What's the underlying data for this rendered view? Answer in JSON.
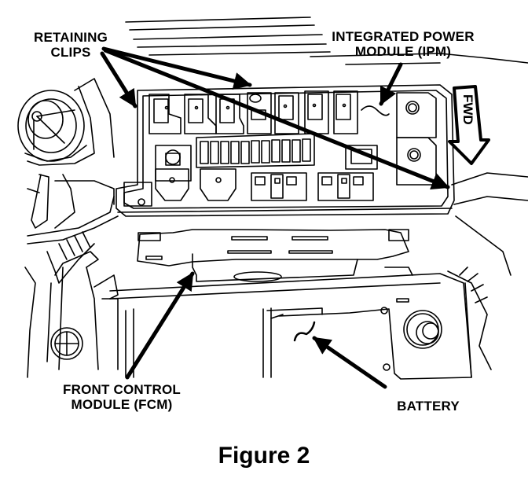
{
  "figure": {
    "caption": "Figure 2",
    "colors": {
      "ink": "#000000",
      "paper": "#ffffff"
    }
  },
  "labels": {
    "retaining_clips": {
      "line1": "RETAINING",
      "line2": "CLIPS"
    },
    "ipm": {
      "line1": "INTEGRATED POWER",
      "line2": "MODULE (IPM)"
    },
    "fcm": {
      "line1": "FRONT CONTROL",
      "line2": "MODULE (FCM)"
    },
    "battery": "BATTERY",
    "direction": "FWD"
  }
}
